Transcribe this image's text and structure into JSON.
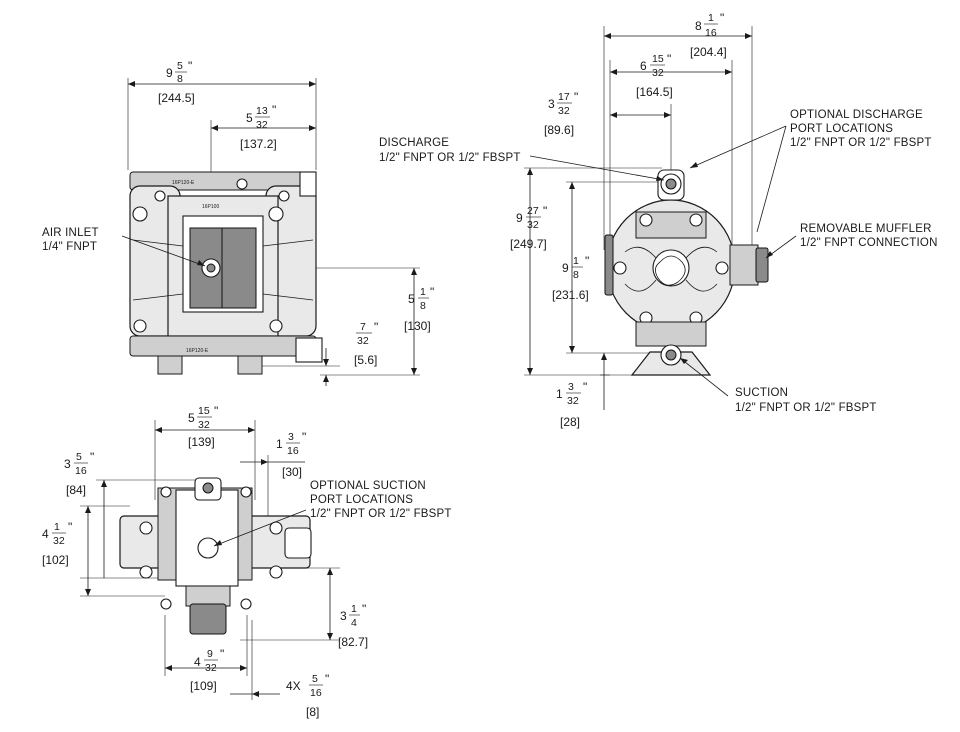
{
  "labels": {
    "air_inlet": [
      "AIR INLET",
      "1/4\" FNPT"
    ],
    "discharge": [
      "DISCHARGE",
      "1/2\" FNPT OR 1/2\" FBSPT"
    ],
    "optional_discharge": [
      "OPTIONAL DISCHARGE",
      "PORT LOCATIONS",
      "1/2\" FNPT OR 1/2\" FBSPT"
    ],
    "removable_muffler": [
      "REMOVABLE MUFFLER",
      "1/2\" FNPT CONNECTION"
    ],
    "suction": [
      "SUCTION",
      "1/2\" FNPT OR 1/2\" FBSPT"
    ],
    "optional_suction": [
      "OPTIONAL SUCTION",
      "PORT LOCATIONS",
      "1/2\" FNPT OR 1/2\" FBSPT"
    ]
  },
  "dimensions": {
    "front_width": {
      "whole": "9",
      "num": "5",
      "den": "8",
      "mm": "[244.5]"
    },
    "front_half_width": {
      "whole": "5",
      "num": "13",
      "den": "32",
      "mm": "[137.2]"
    },
    "front_air_inlet_height": {
      "whole": "5",
      "num": "1",
      "den": "8",
      "mm": "[130]"
    },
    "front_base_offset": {
      "whole": "",
      "num": "7",
      "den": "32",
      "mm": "[5.6]"
    },
    "side_width": {
      "whole": "8",
      "num": "1",
      "den": "16",
      "mm": "[204.4]"
    },
    "side_port_span": {
      "whole": "6",
      "num": "15",
      "den": "32",
      "mm": "[164.5]"
    },
    "side_port_offset": {
      "whole": "3",
      "num": "17",
      "den": "32",
      "mm": "[89.6]"
    },
    "side_overall_height": {
      "whole": "9",
      "num": "27",
      "den": "32",
      "mm": "[249.7]"
    },
    "side_port_height": {
      "whole": "9",
      "num": "1",
      "den": "8",
      "mm": "[231.6]"
    },
    "side_suction_height": {
      "whole": "1",
      "num": "3",
      "den": "32",
      "mm": "[28]"
    },
    "top_width": {
      "whole": "5",
      "num": "15",
      "den": "32",
      "mm": "[139]"
    },
    "top_port_offset": {
      "whole": "1",
      "num": "3",
      "den": "16",
      "mm": "[30]"
    },
    "top_left_offset": {
      "whole": "3",
      "num": "5",
      "den": "16",
      "mm": "[84]"
    },
    "top_depth": {
      "whole": "4",
      "num": "1",
      "den": "32",
      "mm": "[102]"
    },
    "top_muffler": {
      "whole": "3",
      "num": "1",
      "den": "4",
      "mm": "[82.7]"
    },
    "top_bolt_span": {
      "whole": "4",
      "num": "9",
      "den": "32",
      "mm": "[109]"
    },
    "mount_holes": {
      "whole": "4X",
      "num": "5",
      "den": "16",
      "mm": "[8]"
    }
  },
  "part_markings": {
    "top": "16P120-E",
    "center": "16P100",
    "bottom": "16P120-E"
  }
}
